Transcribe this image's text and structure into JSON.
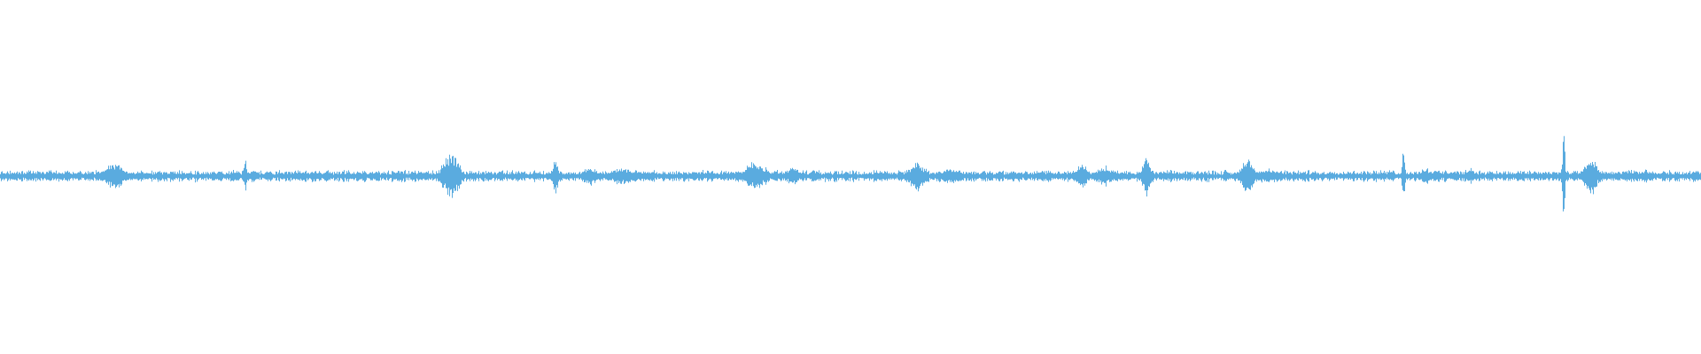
{
  "waveform": {
    "color": "#5aabdf",
    "baseline_amplitude": 0.012,
    "bursts": [
      {
        "position": 0.067,
        "amplitude": 0.05,
        "width": 0.006
      },
      {
        "position": 0.144,
        "amplitude": 0.07,
        "width": 0.001
      },
      {
        "position": 0.265,
        "amplitude": 0.075,
        "width": 0.006
      },
      {
        "position": 0.326,
        "amplitude": 0.07,
        "width": 0.002
      },
      {
        "position": 0.346,
        "amplitude": 0.03,
        "width": 0.006
      },
      {
        "position": 0.366,
        "amplitude": 0.028,
        "width": 0.01
      },
      {
        "position": 0.444,
        "amplitude": 0.045,
        "width": 0.008
      },
      {
        "position": 0.466,
        "amplitude": 0.03,
        "width": 0.004
      },
      {
        "position": 0.539,
        "amplitude": 0.05,
        "width": 0.006
      },
      {
        "position": 0.56,
        "amplitude": 0.025,
        "width": 0.008
      },
      {
        "position": 0.636,
        "amplitude": 0.04,
        "width": 0.004
      },
      {
        "position": 0.649,
        "amplitude": 0.035,
        "width": 0.006
      },
      {
        "position": 0.674,
        "amplitude": 0.065,
        "width": 0.003
      },
      {
        "position": 0.733,
        "amplitude": 0.055,
        "width": 0.005
      },
      {
        "position": 0.746,
        "amplitude": 0.025,
        "width": 0.008
      },
      {
        "position": 0.825,
        "amplitude": 0.105,
        "width": 0.001
      },
      {
        "position": 0.838,
        "amplitude": 0.03,
        "width": 0.004
      },
      {
        "position": 0.864,
        "amplitude": 0.025,
        "width": 0.003
      },
      {
        "position": 0.919,
        "amplitude": 0.15,
        "width": 0.001
      },
      {
        "position": 0.935,
        "amplitude": 0.06,
        "width": 0.005
      },
      {
        "position": 0.968,
        "amplitude": 0.02,
        "width": 0.006
      }
    ]
  }
}
